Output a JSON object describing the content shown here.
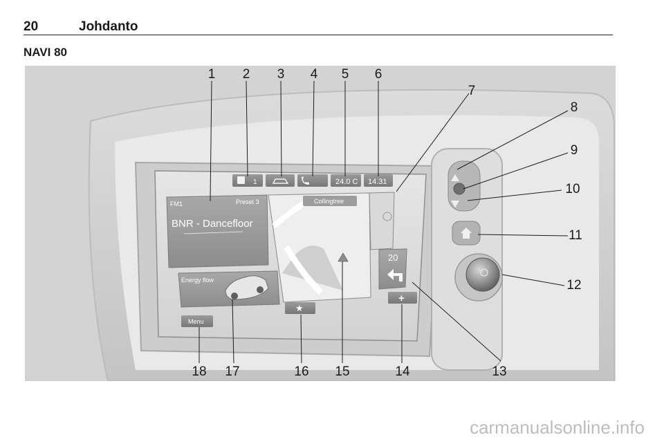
{
  "header": {
    "page_number": "20",
    "chapter_title": "Johdanto"
  },
  "section_title": "NAVI 80",
  "screen": {
    "status_phone_count": "1",
    "temperature": "24.0 C",
    "clock": "14.31",
    "radio_band": "FM1",
    "radio_preset": "Preset 3",
    "station_name": "BNR - Dancefloor",
    "energy_flow_label": "Energy flow",
    "menu_label": "Menu",
    "street_name": "Collingtree",
    "turn_distance": "20",
    "zoom_in_glyph": "+",
    "favourite_glyph": "★"
  },
  "callouts": [
    "1",
    "2",
    "3",
    "4",
    "5",
    "6",
    "7",
    "8",
    "9",
    "10",
    "11",
    "12",
    "13",
    "14",
    "15",
    "16",
    "17",
    "18"
  ],
  "icons": [
    "phone-icon",
    "car-icon",
    "handset-icon",
    "star-icon",
    "plus-icon",
    "turn-left-arrow-icon",
    "nav-position-arrow-icon",
    "up-arrow-icon",
    "down-arrow-icon",
    "home-icon",
    "power-icon",
    "car-image-icon"
  ],
  "watermark": "carmanualsonline.info"
}
